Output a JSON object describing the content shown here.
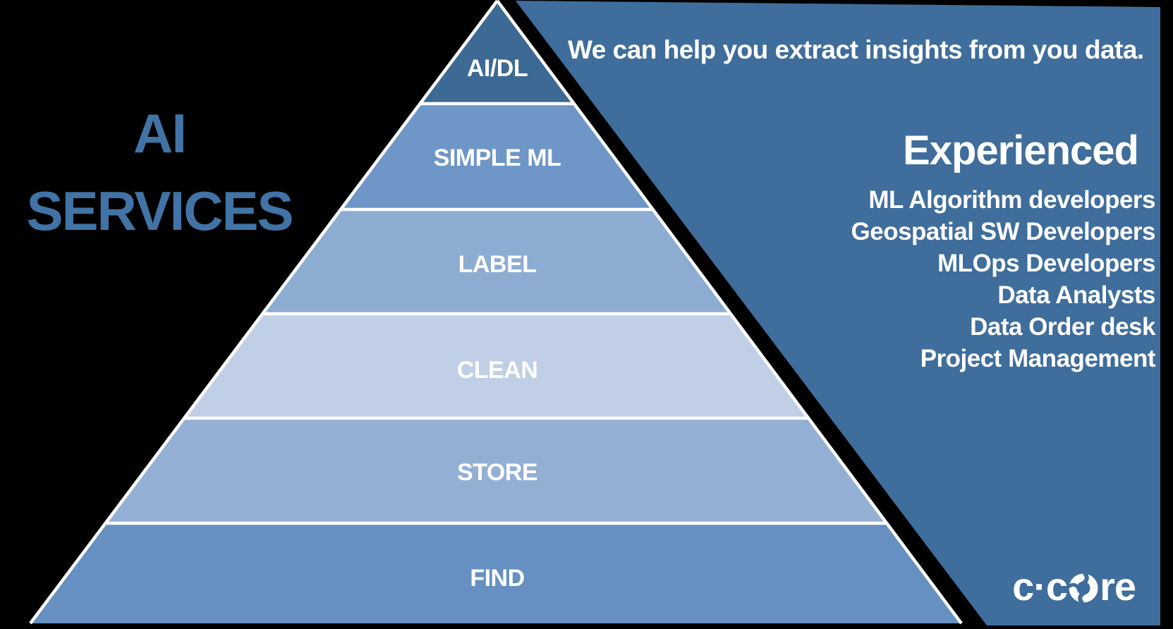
{
  "slide": {
    "title": {
      "line1": "AI",
      "line2": "SERVICES"
    },
    "pyramid": {
      "layers": [
        {
          "label": "AI/DL",
          "color": "#3d6a94"
        },
        {
          "label": "SIMPLE ML",
          "color": "#6e96c6"
        },
        {
          "label": "LABEL",
          "color": "#8cacd2"
        },
        {
          "label": "CLEAN",
          "color": "#c0cfe6"
        },
        {
          "label": "STORE",
          "color": "#93b0d4"
        },
        {
          "label": "FIND",
          "color": "#6590c1"
        }
      ]
    },
    "right_panel": {
      "panel_color": "#3f6d9c",
      "tagline": "We can help you extract insights from you data.",
      "heading": "Experienced",
      "roles": [
        "ML Algorithm developers",
        "Geospatial SW Developers",
        "MLOps Developers",
        "Data Analysts",
        "Data Order desk",
        "Project Management"
      ],
      "logo": {
        "prefix": "c·c",
        "suffix": "re",
        "icon": "swirl-o-icon"
      }
    },
    "colors": {
      "background": "#000000",
      "title_text": "#4273a6",
      "label_text": "#ffffff",
      "outline": "#ffffff"
    }
  }
}
